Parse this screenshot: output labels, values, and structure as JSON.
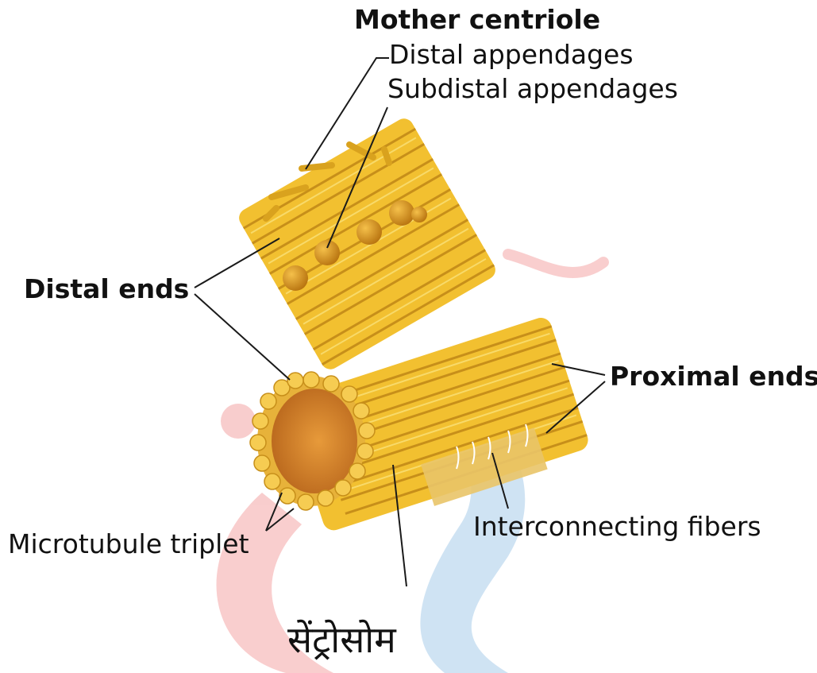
{
  "labels": {
    "mother_centriole": "Mother centriole",
    "distal_appendages": "Distal appendages",
    "subdistal_appendages": "Subdistal appendages",
    "distal_ends": "Distal ends",
    "proximal_ends": "Proximal ends",
    "microtubule_triplet": "Microtubule triplet",
    "interconnecting_fibers": "Interconnecting fibers"
  },
  "caption": "सेंट्रोसोम",
  "colors": {
    "tubule_fill": "#F2C030",
    "tubule_light": "#F8DA6A",
    "tubule_dark": "#C78F1A",
    "appendage_ball": "#D18A12",
    "leader_line": "#1a1a1a",
    "watermark_red": "#F4A6A6",
    "watermark_blue": "#A8CCEA"
  }
}
